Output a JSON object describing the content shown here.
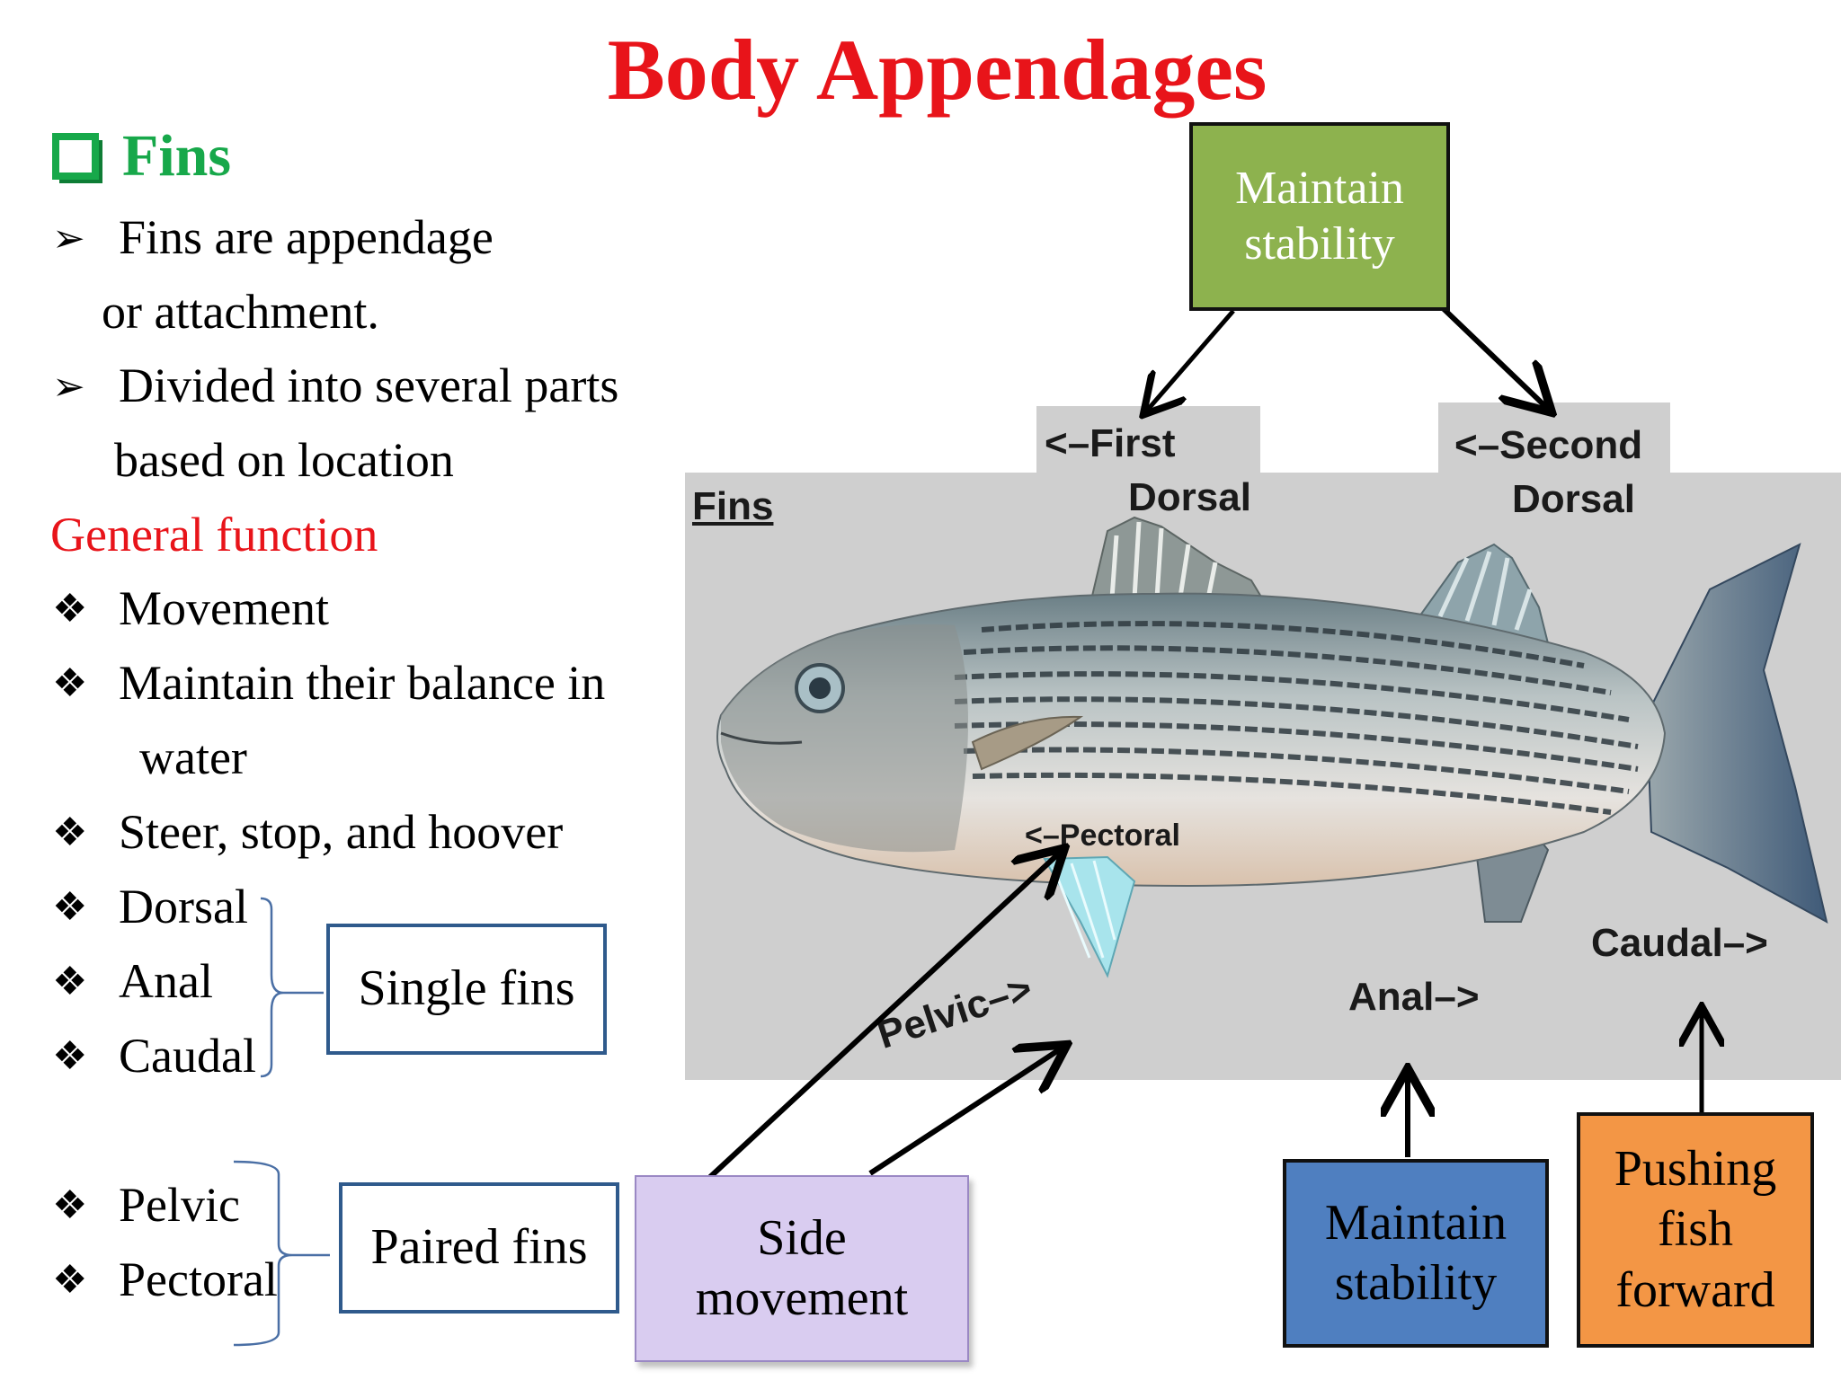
{
  "title": "Body Appendages",
  "fins_heading": "Fins",
  "bullets": [
    {
      "line1": "Fins are appendage",
      "line2": "or attachment."
    },
    {
      "line1": "Divided into several parts",
      "line2": "based on location"
    }
  ],
  "general_function_heading": "General function",
  "functions": [
    "Movement",
    "Maintain their balance in",
    "water",
    "Steer, stop, and hoover"
  ],
  "single_group": [
    "Dorsal",
    "Anal",
    "Caudal"
  ],
  "paired_group": [
    "Pelvic",
    "Pectoral"
  ],
  "single_fins_label": "Single fins",
  "paired_fins_label": "Paired fins",
  "side_movement": {
    "line1": "Side",
    "line2": "movement"
  },
  "stability_top": {
    "line1": "Maintain",
    "line2": "stability"
  },
  "stability_bottom": {
    "line1": "Maintain",
    "line2": "stability"
  },
  "pushing": {
    "line1": "Pushing",
    "line2": "fish",
    "line3": "forward"
  },
  "photo_labels": {
    "fins": "Fins",
    "first_dorsal_1": "<–First",
    "first_dorsal_2": "Dorsal",
    "second_dorsal_1": "<–Second",
    "second_dorsal_2": "Dorsal",
    "pectoral": "<–Pectoral",
    "pelvic": "Pelvic–>",
    "anal": "Anal–>",
    "caudal": "Caudal–>"
  },
  "colors": {
    "title": "#e8141a",
    "heading": "#17a84a",
    "green_box": "#8db24e",
    "blue_box": "#4f7fc0",
    "orange_box": "#f39645",
    "purple_box": "#d9ccf0",
    "photo_bg": "#cfcfcf"
  }
}
